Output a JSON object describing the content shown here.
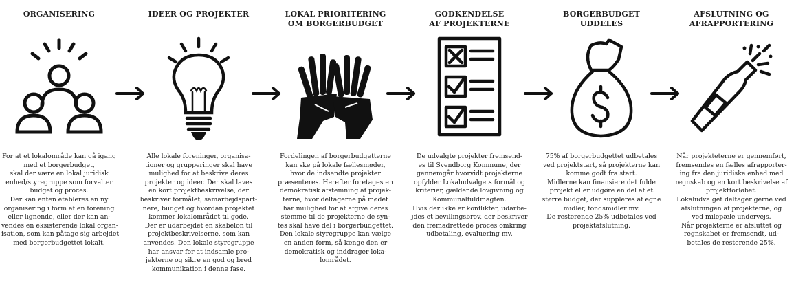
{
  "steps": [
    {
      "title": [
        "ORGANISERING"
      ],
      "icon": "people-group-icon",
      "text": [
        "For at et lokalområde kan gå igang",
        "med et borgerbudget,",
        "skal der være en lokal juridisk",
        "enhed/styregruppe som  forvalter",
        "budget og proces.",
        "Der kan enten etableres en ny",
        "organisering i form af en forening",
        "eller lignende, eller der kan an-",
        "vendes en eksisterende lokal organ-",
        "isation, som kan påtage sig arbejdet",
        "med borgerbudgettet lokalt."
      ]
    },
    {
      "title": [
        "IDEER OG PROJEKTER"
      ],
      "icon": "lightbulb-icon",
      "text": [
        "Alle lokale foreninger, organisa-",
        "tioner og grupperinger skal have",
        "mulighed for at beskrive deres",
        "projekter og ideer. Der skal laves",
        "en kort projektbeskrivelse, der",
        "beskriver formålet, samarbejdspart-",
        "nere, budget og hvordan projektet",
        "kommer lokalområdet til gode.",
        "Der er udarbejdet en skabelon til",
        "projektbeskrivelserne, som kan",
        "anvendes. Den lokale styregruppe",
        "har ansvar for at indsamle pro-",
        "jekterne og sikre en god og bred",
        "kommunikation i denne fase."
      ]
    },
    {
      "title": [
        "LOKAL PRIORITERING",
        "OM BORGERBUDGET"
      ],
      "icon": "raised-hands-icon",
      "text": [
        "Fordelingen af borgerbudgetterne",
        "kan ske på lokale fællesmøder,",
        "hvor de indsendte projekter",
        "præsenteres. Herefter foretages en",
        "demokratisk afstemning af projek-",
        "terne, hvor deltagerne på mødet",
        "har mulighed for at afgive deres",
        "stemme til de projekterne de syn-",
        "tes skal have del i borgerbudgettet.",
        "Den lokale styregruppe kan vælge",
        "en anden form, så længe den er",
        "demokratisk og inddrager loka-",
        "lområdet."
      ]
    },
    {
      "title": [
        "GODKENDELSE",
        "AF PROJEKTERNE"
      ],
      "icon": "checklist-icon",
      "text": [
        "De udvalgte projekter fremsend-",
        "es til Svendborg Kommune, der",
        "gennemgår hvorvidt projekterne",
        "opfylder Lokaludvalgets formål og",
        "kriterier, gældende lovgivning og",
        "Kommunalfuldmagten.",
        "Hvis der ikke er konflikter, udarbe-",
        "jdes et bevillingsbrev, der beskriver",
        "den fremadrettede proces omkring",
        "udbetaling, evaluering mv."
      ]
    },
    {
      "title": [
        "BORGERBUDGET",
        "UDDELES"
      ],
      "icon": "money-bag-icon",
      "text": [
        "75% af borgerbudgettet udbetales",
        "ved projektstart, så projekterne kan",
        "komme godt fra start.",
        "Midlerne kan finansiere det fulde",
        "projekt eller udgøre en del af et",
        "større budget, der suppleres af egne",
        "midler, fondsmidler mv.",
        "De resterende 25% udbetales ved",
        "projektafslutning."
      ]
    },
    {
      "title": [
        "AFSLUTNING OG",
        "AFRAPPORTERING"
      ],
      "icon": "champagne-bottle-icon",
      "text": [
        "Når projekteterne er gennemført,",
        "fremsendes en fælles afrapporter-",
        "ing fra den juridiske enhed med",
        "regnskab og en kort beskrivelse af",
        "projektforløbet.",
        "Lokaludvalget deltager gerne ved",
        "afslutningen af projekterne, og",
        "ved milepæle undervejs.",
        "Når projekterne er afsluttet og",
        "regnskabet er fremsendt, ud-",
        "betales de resterende 25%."
      ]
    }
  ],
  "arrow_icon": "arrow-right-icon"
}
